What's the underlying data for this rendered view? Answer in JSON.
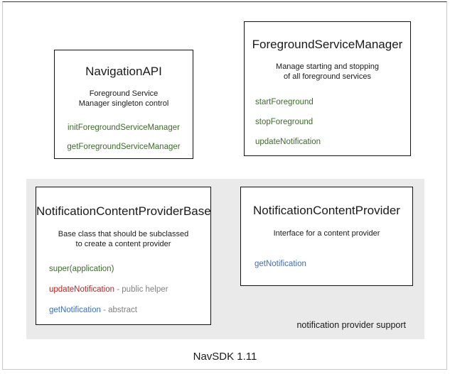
{
  "diagram": {
    "caption": "NavSDK 1.11",
    "support_panel_label": "notification provider support",
    "colors": {
      "method_green": "#3e6b2b",
      "method_red": "#c0201f",
      "method_blue": "#3b6fba",
      "note_gray": "#808080",
      "panel_background": "#eaeaea",
      "box_border": "#111111",
      "text": "#1a1a1a"
    }
  },
  "boxes": {
    "navigation_api": {
      "title": "NavigationAPI",
      "description_line1": "Foreground Service",
      "description_line2": "Manager singleton control",
      "members": [
        {
          "name": "initForegroundServiceManager",
          "note": "",
          "color": "green"
        },
        {
          "name": "getForegroundServiceManager",
          "note": "",
          "color": "green"
        }
      ]
    },
    "foreground_service_manager": {
      "title": "ForegroundServiceManager",
      "description_line1": "Manage starting and stopping",
      "description_line2": "of all foreground services",
      "members": [
        {
          "name": "startForeground",
          "note": "",
          "color": "green"
        },
        {
          "name": "stopForeground",
          "note": "",
          "color": "green"
        },
        {
          "name": "updateNotification",
          "note": "",
          "color": "green"
        }
      ]
    },
    "notification_content_provider_base": {
      "title": "NotificationContentProviderBase",
      "description_line1": "Base class that should be subclassed",
      "description_line2": "to create a content provider",
      "members": [
        {
          "name": "super(application)",
          "note": "",
          "color": "green"
        },
        {
          "name": "updateNotification",
          "note": " - public helper",
          "color": "red"
        },
        {
          "name": "getNotification",
          "note": " - abstract",
          "color": "blue"
        }
      ]
    },
    "notification_content_provider": {
      "title": "NotificationContentProvider",
      "description_line1": "Interface for a content provider",
      "description_line2": "",
      "members": [
        {
          "name": "getNotification",
          "note": "",
          "color": "blue"
        }
      ]
    }
  }
}
